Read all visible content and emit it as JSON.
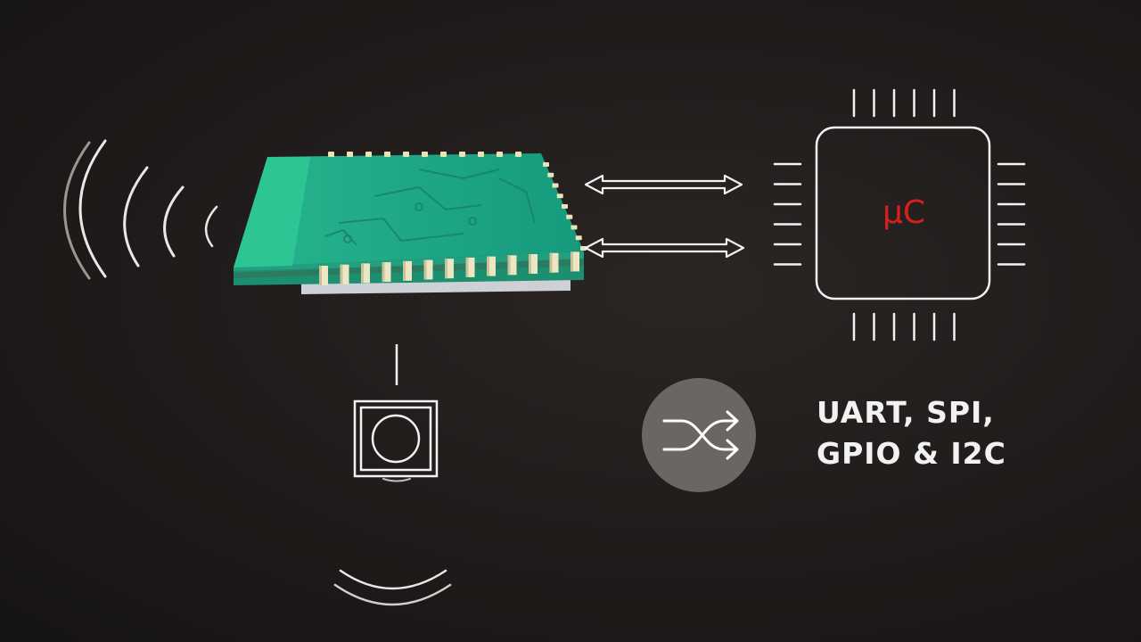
{
  "microcontroller": {
    "label": "µC"
  },
  "interfaces": {
    "line1": "UART, SPI,",
    "line2": "GPIO & I2C"
  },
  "colors": {
    "accent_red": "#d61f1f",
    "pcb_green": "#20a887",
    "stroke": "#f2f2f2",
    "circle_gray": "#6a6664"
  },
  "icons": {
    "shuffle": "shuffle-icon",
    "button": "push-button-icon",
    "wireless": "wireless-waves-icon"
  }
}
